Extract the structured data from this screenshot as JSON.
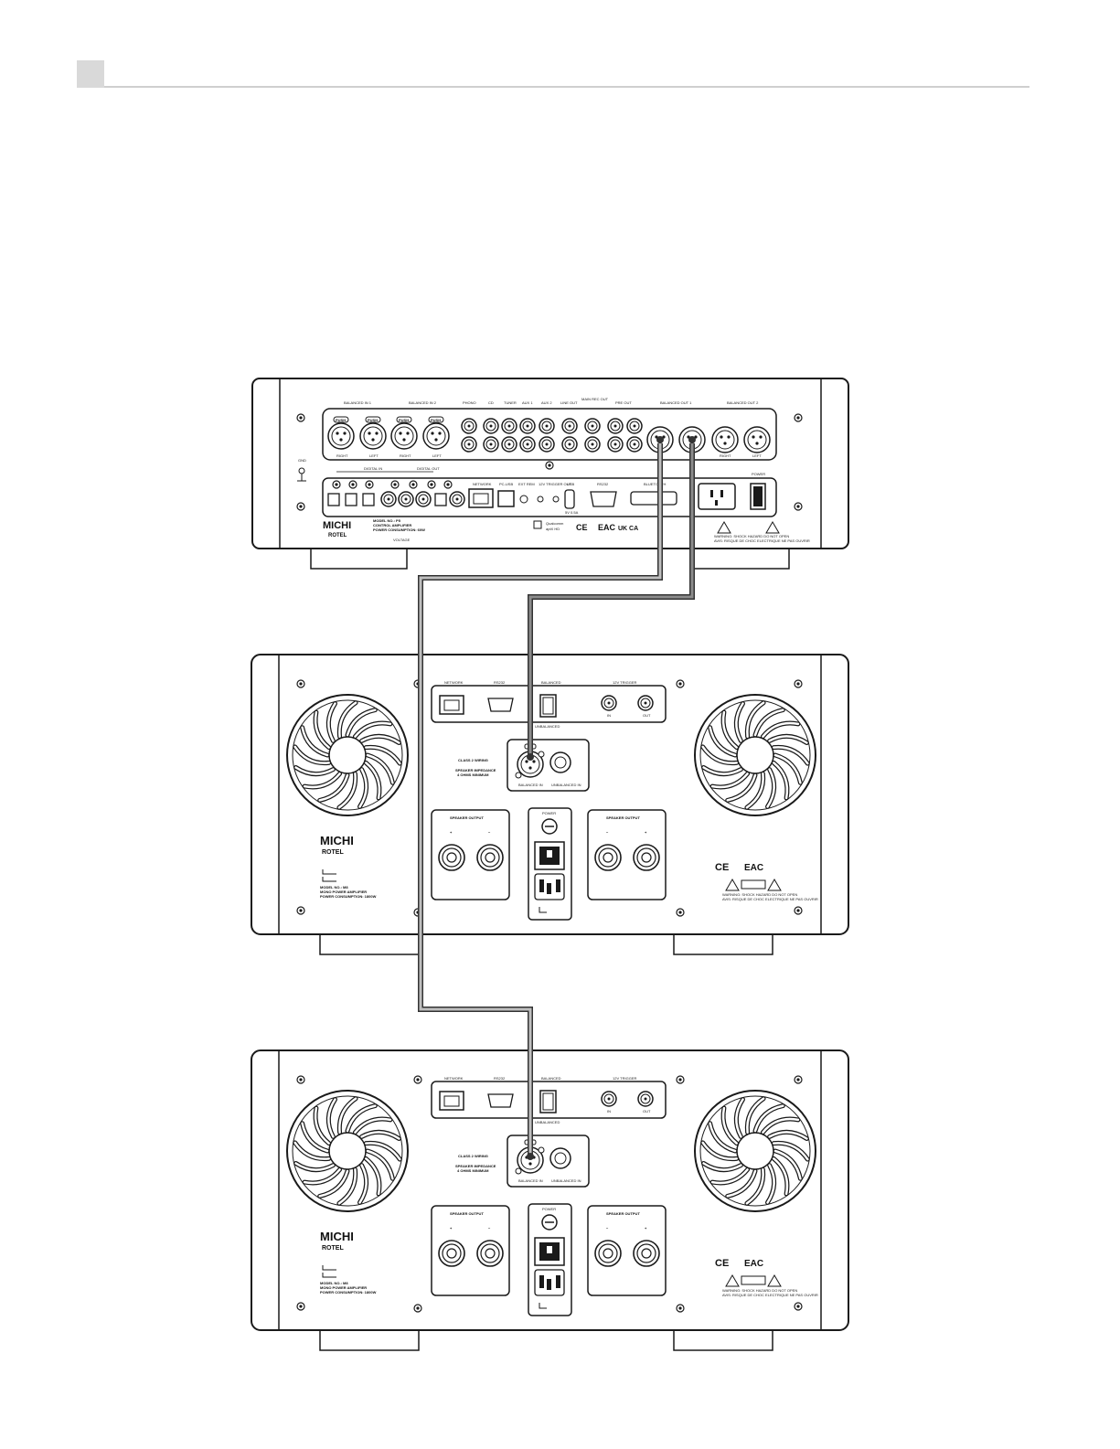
{
  "preamp": {
    "top_labels": [
      "BALANCED IN 1",
      "BALANCED IN 2",
      "PHONO",
      "CD",
      "TUNER",
      "AUX 1",
      "AUX 2",
      "LINE OUT",
      "MAIN REC OUT",
      "PRE OUT",
      "BALANCED OUT 1",
      "BALANCED OUT 2"
    ],
    "xlr_push": "PUSH",
    "right_lbl": "RIGHT",
    "left_lbl": "LEFT",
    "gnd": "GND",
    "digital_in": "DIGITAL IN",
    "digital_out": "DIGITAL OUT",
    "network": "NETWORK",
    "pc_usb": "PC-USB",
    "ext_rem": "EXT REM",
    "trigger": "12V TRIGGER OUT",
    "usb": "USB",
    "usb_rating": "5V 0.5A",
    "rs232": "RS232",
    "bluetooth": "BLUETOOTH",
    "power": "POWER",
    "model": "MODEL NO.: P5",
    "type": "CONTROL AMPLIFIER",
    "consumption": "POWER CONSUMPTION: 60W",
    "voltage": "VOLTAGE",
    "brand_top": "MICHI",
    "brand_sub": "ROTEL",
    "qualcomm": "Qualcomm",
    "aptx": "aptX HD",
    "marks": "CE",
    "ukca": "UK CA",
    "eac": "EAC",
    "warning": "WARNING: SHOCK HAZARD DO NOT OPEN",
    "warning2": "AVIS: RISQUE DE CHOC ELECTRIQUE NE PAS OUVRIR"
  },
  "amp": {
    "network": "NETWORK",
    "rs232": "RS232",
    "balanced": "BALANCED",
    "trigger": "12V TRIGGER",
    "trig_in": "IN",
    "trig_out": "OUT",
    "unbalanced": "UNBALANCED",
    "class": "CLASS 2 WIRING",
    "impedance": "SPEAKER IMPEDANCE",
    "impedance2": "4 OHMS MINIMUM",
    "bal_in": "BALANCED IN",
    "unbal_in": "UNBALANCED IN",
    "speaker_out": "SPEAKER OUTPUT",
    "power": "POWER",
    "plus": "+",
    "minus": "−",
    "brand_top": "MICHI",
    "brand_sub": "ROTEL",
    "model": "MODEL NO.: M8",
    "type": "MONO POWER AMPLIFIER",
    "consumption": "POWER CONSUMPTION: 1800W",
    "marks": "CE",
    "eac": "EAC",
    "warning": "WARNING: SHOCK HAZARD DO NOT OPEN",
    "warning2": "AVIS: RISQUE DE CHOC ELECTRIQUE NE PAS OUVRIR"
  },
  "colors": {
    "line": "#1a1a1a",
    "cable_outer": "#333333",
    "cable_inner": "#bfbfbf",
    "header_box": "#d9d9d9",
    "header_rule": "#cfcfcf"
  }
}
